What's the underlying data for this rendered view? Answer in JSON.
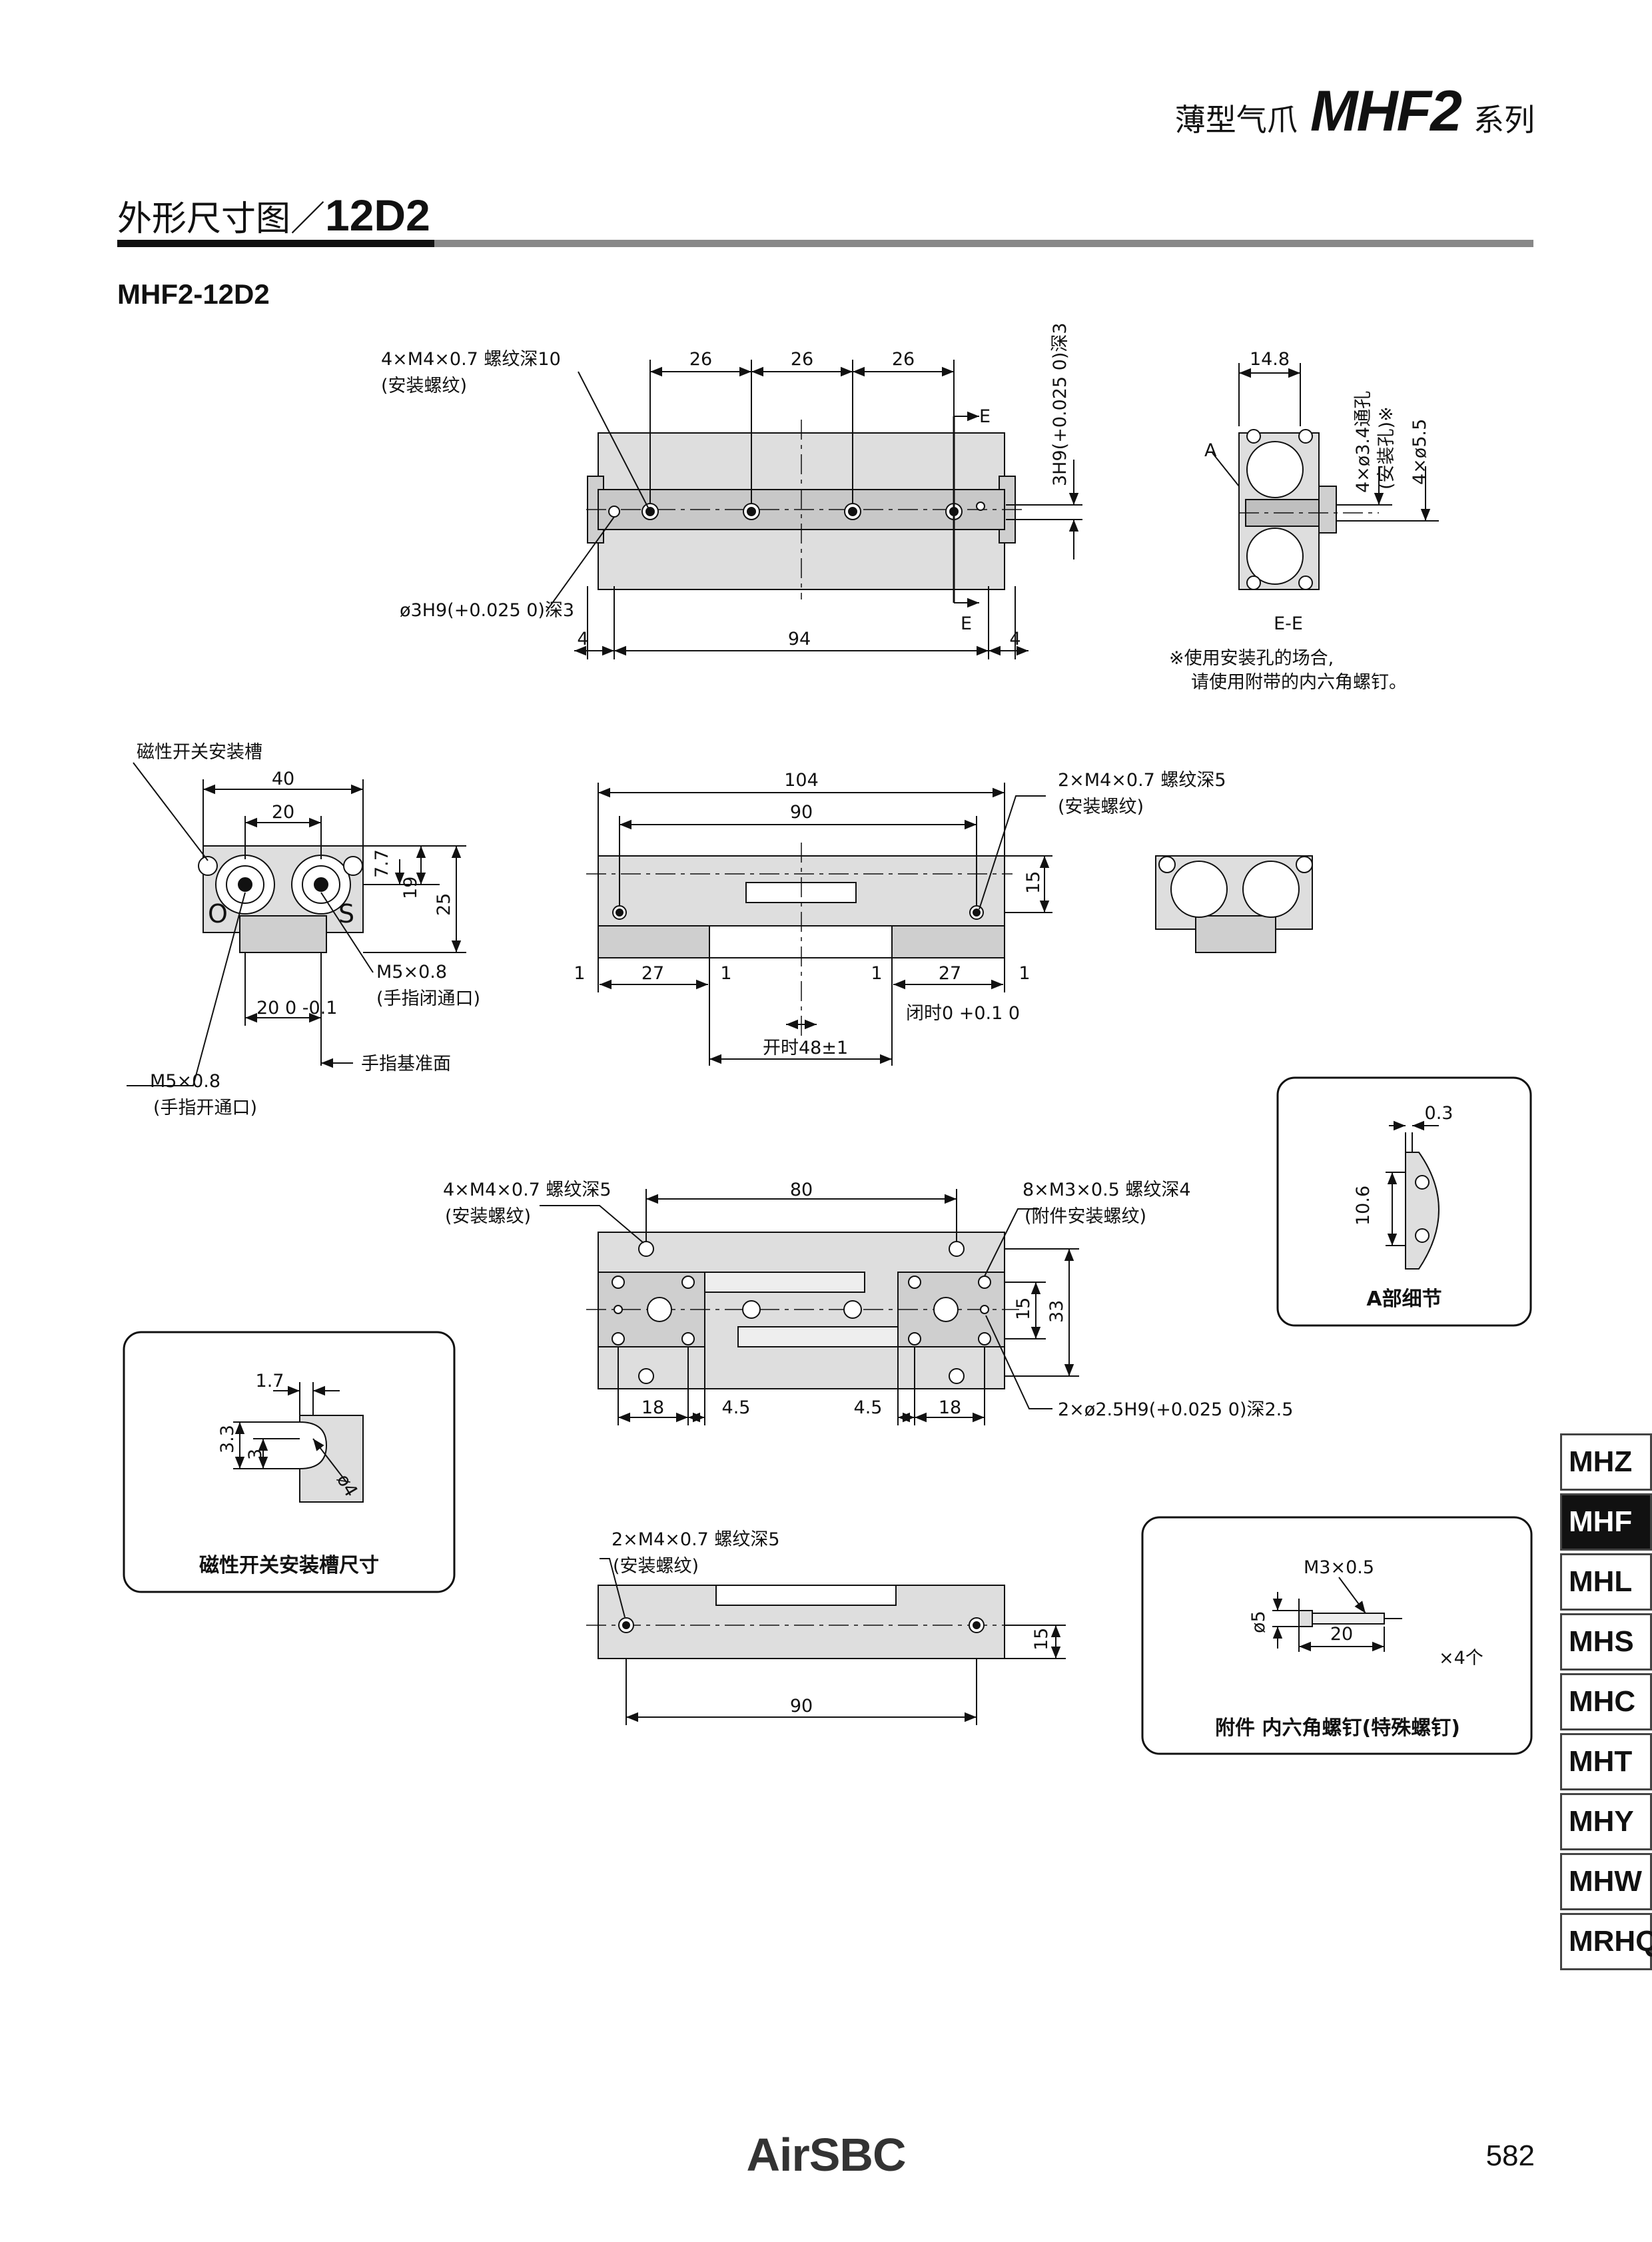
{
  "header": {
    "title_prefix": "薄型气爪",
    "model": "MHF2",
    "title_suffix": "系列"
  },
  "section": {
    "title_prefix": "外形尺寸图／",
    "title_model": "12D2"
  },
  "model_label": "MHF2-12D2",
  "top_view": {
    "callout_mount": [
      "4×M4×0.7 螺纹深10",
      "(安装螺纹)"
    ],
    "dims_pitch": [
      "26",
      "26",
      "26"
    ],
    "callout_pin_right": "3H9(+0.025 0)深3",
    "callout_pin_left": "ø3H9(+0.025 0)深3",
    "section_mark": "E",
    "dims_bottom": [
      "4",
      "94",
      "4"
    ]
  },
  "section_ee": {
    "dim_width": "14.8",
    "label_a": "A",
    "callout_hole": [
      "4×ø3.4通孔",
      "(安装孔)※"
    ],
    "callout_cbore": "4×ø5.5",
    "title": "E-E",
    "note": [
      "※使用安装孔的场合,",
      "请使用附带的内六角螺钉。"
    ]
  },
  "end_view": {
    "label_slot": "磁性开关安装槽",
    "dims": [
      "40",
      "20",
      "7.7",
      "19",
      "25"
    ],
    "label_o": "O",
    "label_s": "S",
    "port_close": [
      "M5×0.8",
      "(手指闭通口)"
    ],
    "dim_tol": "20 0 -0.1",
    "label_ref": "手指基准面",
    "port_open": [
      "M5×0.8",
      "(手指开通口)"
    ]
  },
  "front_view": {
    "dims_top": [
      "104",
      "90"
    ],
    "callout": [
      "2×M4×0.7 螺纹深5",
      "(安装螺纹)"
    ],
    "dim_height": "15",
    "dims_bottom": [
      "1",
      "27",
      "1",
      "1",
      "27",
      "1"
    ],
    "label_closed": "闭时0 +0.1 0",
    "label_open": "开时48±1"
  },
  "detail_a": {
    "dim_gap": "0.3",
    "dim_height": "10.6",
    "title": "A部细节"
  },
  "bottom_view": {
    "callout_left": [
      "4×M4×0.7 螺纹深5",
      "(安装螺纹)"
    ],
    "dim_top": "80",
    "callout_right": [
      "8×M3×0.5 螺纹深4",
      "(附件安装螺纹)"
    ],
    "dims_right": [
      "15",
      "33"
    ],
    "dims_bottom": [
      "18",
      "4.5",
      "4.5",
      "18"
    ],
    "callout_pin": "2×ø2.5H9(+0.025 0)深2.5"
  },
  "slot_detail": {
    "dims": [
      "1.7",
      "3.3",
      "3",
      "ø4"
    ],
    "title": "磁性开关安装槽尺寸"
  },
  "side_view": {
    "callout": [
      "2×M4×0.7 螺纹深5",
      "(安装螺纹)"
    ],
    "dim_height": "15",
    "dim_bottom": "90"
  },
  "accessory": {
    "thread": "M3×0.5",
    "dia": "ø5",
    "length": "20",
    "qty": "×4个",
    "title": "附件 内六角螺钉(特殊螺钉)"
  },
  "sidebar": {
    "tabs": [
      "MHZ",
      "MHF",
      "MHL",
      "MHS",
      "MHC",
      "MHT",
      "MHY",
      "MHW",
      "MRHQ"
    ],
    "active": "MHF"
  },
  "footer": {
    "logo": "AirSBC",
    "page": "582"
  }
}
